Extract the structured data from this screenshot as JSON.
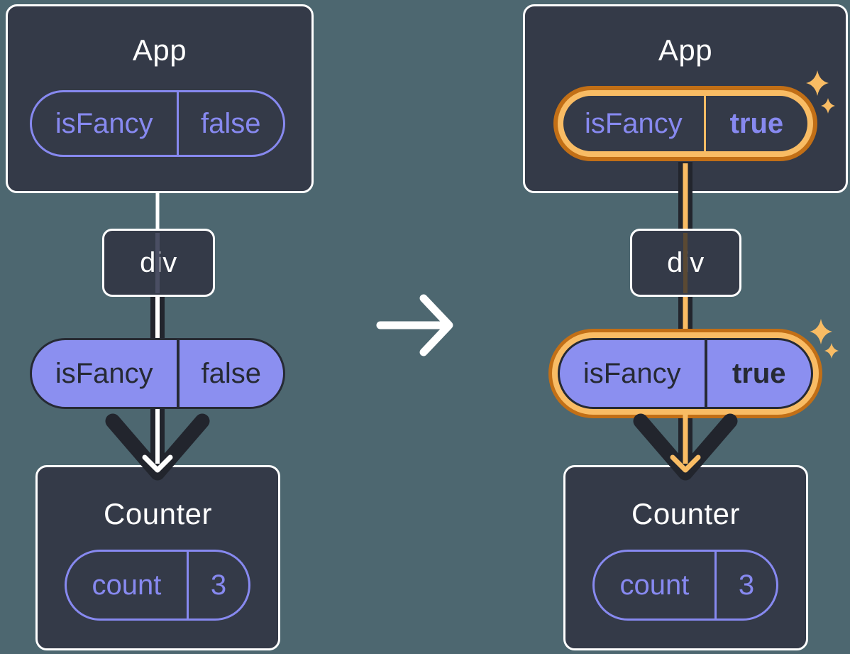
{
  "colors": {
    "background": "#4D6770",
    "panel": "#343A48",
    "border_white": "#FFFFFF",
    "purple_stroke": "#8789F0",
    "purple_fill": "#8B8FF0",
    "dark_text": "#262A34",
    "arrow_dark": "#22252D",
    "highlight_orange_light": "#F9BC64",
    "highlight_orange_dark": "#C26F16"
  },
  "icons": {
    "transition": "arrow-right-icon",
    "highlight": "sparkle-icon",
    "flow": "arrow-down-icon"
  },
  "before": {
    "app": {
      "title": "App",
      "prop": {
        "name": "isFancy",
        "value": "false"
      }
    },
    "div": {
      "label": "div"
    },
    "passed_prop": {
      "name": "isFancy",
      "value": "false"
    },
    "counter": {
      "title": "Counter",
      "state": {
        "name": "count",
        "value": "3"
      }
    }
  },
  "after": {
    "app": {
      "title": "App",
      "prop": {
        "name": "isFancy",
        "value": "true"
      }
    },
    "div": {
      "label": "div"
    },
    "passed_prop": {
      "name": "isFancy",
      "value": "true"
    },
    "counter": {
      "title": "Counter",
      "state": {
        "name": "count",
        "value": "3"
      }
    }
  }
}
